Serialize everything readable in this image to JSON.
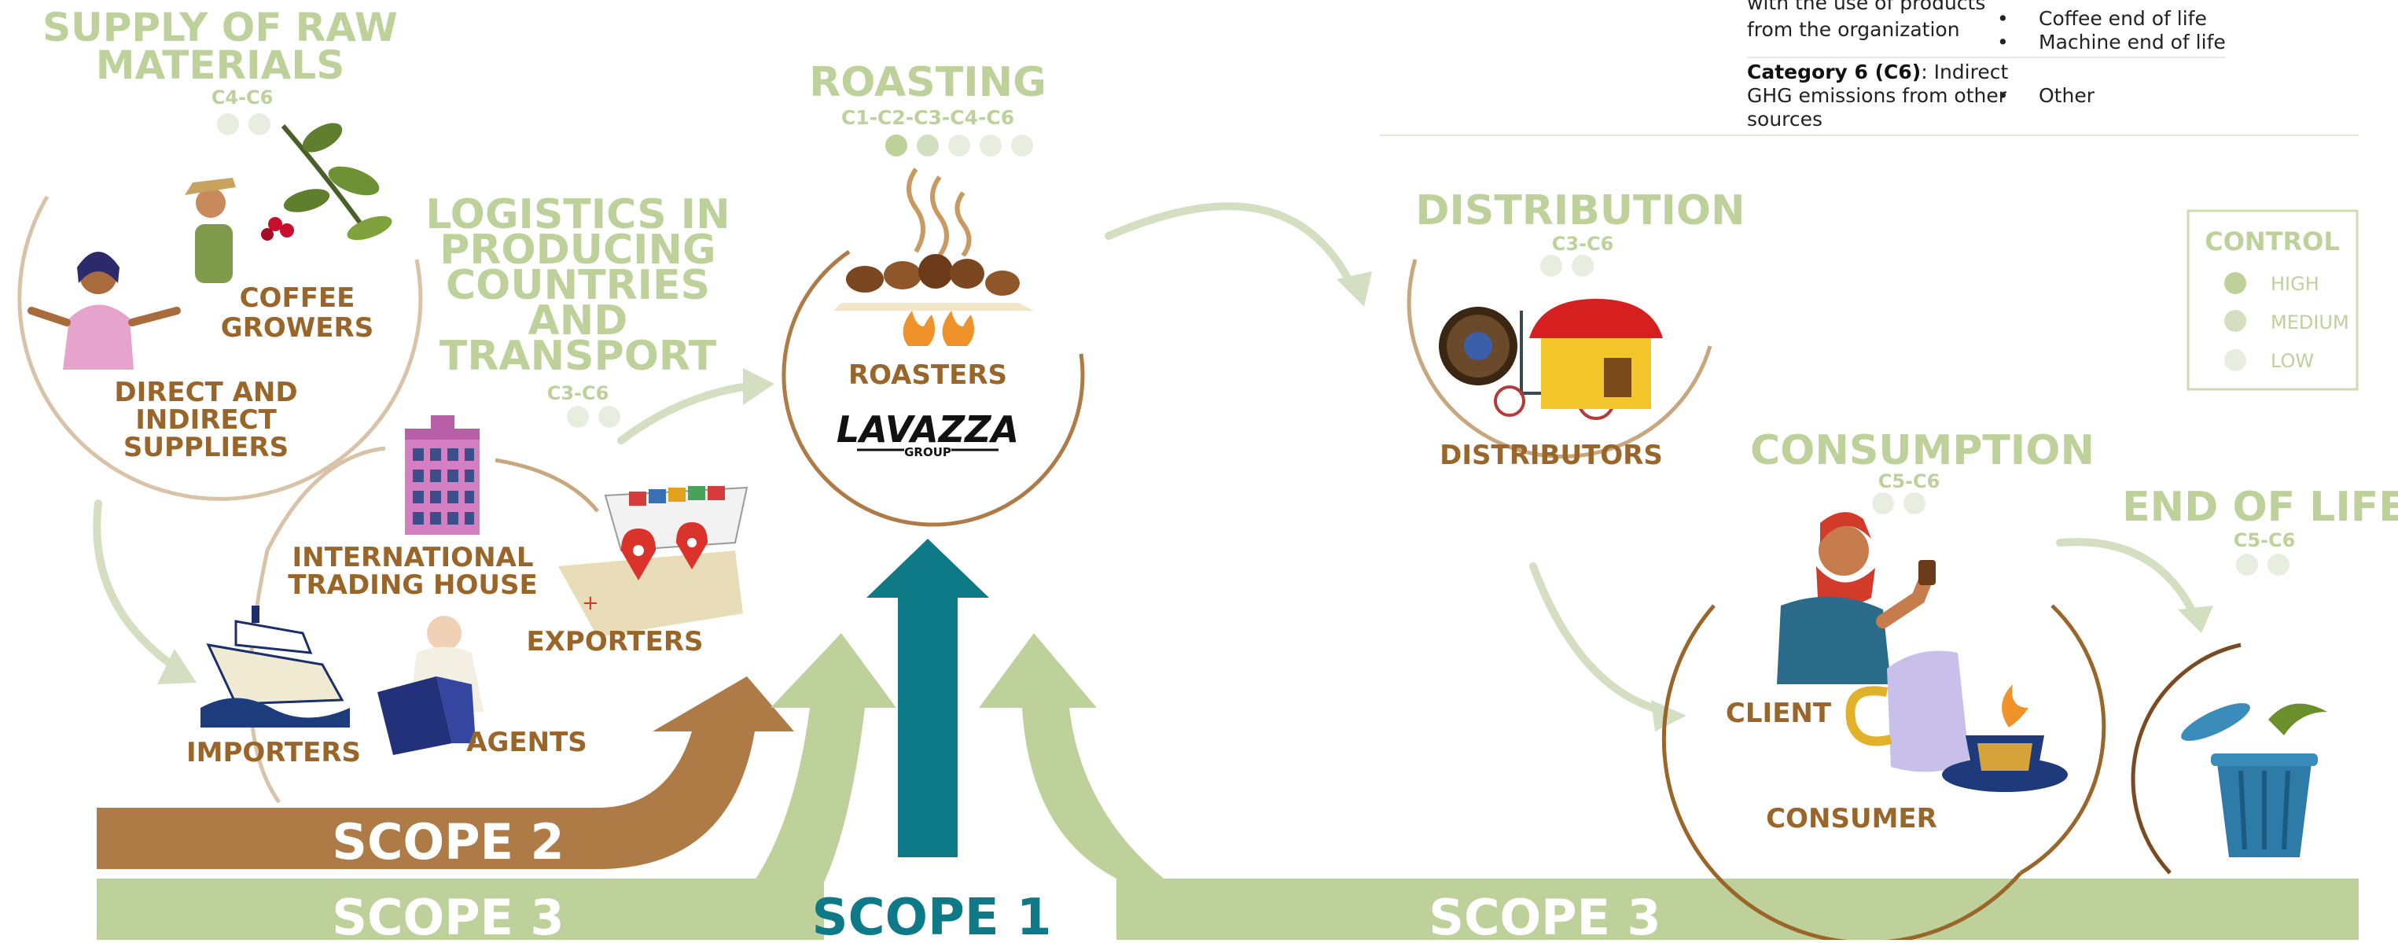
{
  "colors": {
    "green_light": "#bfd19a",
    "green_mid": "#cfdcb0",
    "brown": "#9a6529",
    "brown_arrow": "#ae7a45",
    "teal": "#0f7a87",
    "dot_high": "#bfd19a",
    "dot_medium": "#d3dfc0",
    "dot_low": "#e8eedf"
  },
  "table": {
    "row5_text_line1": "with the use of products",
    "row5_text_line2": "from the organization",
    "row5_items": [
      "Coffee end of life",
      "Machine end of life"
    ],
    "row6_bold": "Category 6 (C6)",
    "row6_text_line1": ": Indirect",
    "row6_text_line2": "GHG emissions from other",
    "row6_text_line3": "sources",
    "row6_items": [
      "Other"
    ]
  },
  "stages": {
    "supply": {
      "title_line1": "SUPPLY OF RAW",
      "title_line2": "MATERIALS",
      "codes": "C4-C6"
    },
    "logistics": {
      "title_line1": "LOGISTICS IN",
      "title_line2": "PRODUCING",
      "title_line3": "COUNTRIES",
      "title_line4": "AND",
      "title_line5": "TRANSPORT",
      "codes": "C3-C6"
    },
    "roasting": {
      "title": "ROASTING",
      "codes": "C1-C2-C3-C4-C6"
    },
    "distribution": {
      "title": "DISTRIBUTION",
      "codes": "C3-C6"
    },
    "consumption": {
      "title": "CONSUMPTION",
      "codes": "C5-C6"
    },
    "end_of_life": {
      "title": "END OF LIFE",
      "codes": "C5-C6"
    }
  },
  "actors": {
    "coffee_growers_1": "COFFEE",
    "coffee_growers_2": "GROWERS",
    "suppliers_1": "DIRECT AND",
    "suppliers_2": "INDIRECT",
    "suppliers_3": "SUPPLIERS",
    "trading_1": "INTERNATIONAL",
    "trading_2": "TRADING HOUSE",
    "exporters": "EXPORTERS",
    "importers": "IMPORTERS",
    "agents": "AGENTS",
    "roasters": "ROASTERS",
    "logo_line1": "LAVAZZA",
    "logo_line2": "GROUP",
    "distributors": "DISTRIBUTORS",
    "client": "CLIENT",
    "consumer": "CONSUMER"
  },
  "legend": {
    "title": "CONTROL",
    "levels": [
      "HIGH",
      "MEDIUM",
      "LOW"
    ]
  },
  "scopes": {
    "scope2": "SCOPE 2",
    "scope3_left": "SCOPE 3",
    "scope1": "SCOPE 1",
    "scope3_right": "SCOPE 3"
  },
  "dots": {
    "supply": [
      "low",
      "low"
    ],
    "logistics": [
      "low",
      "low"
    ],
    "roasting": [
      "high",
      "medium",
      "low",
      "low",
      "low"
    ],
    "distribution": [
      "low",
      "low"
    ],
    "consumption": [
      "low",
      "low"
    ],
    "end_of_life": [
      "low",
      "low"
    ]
  }
}
